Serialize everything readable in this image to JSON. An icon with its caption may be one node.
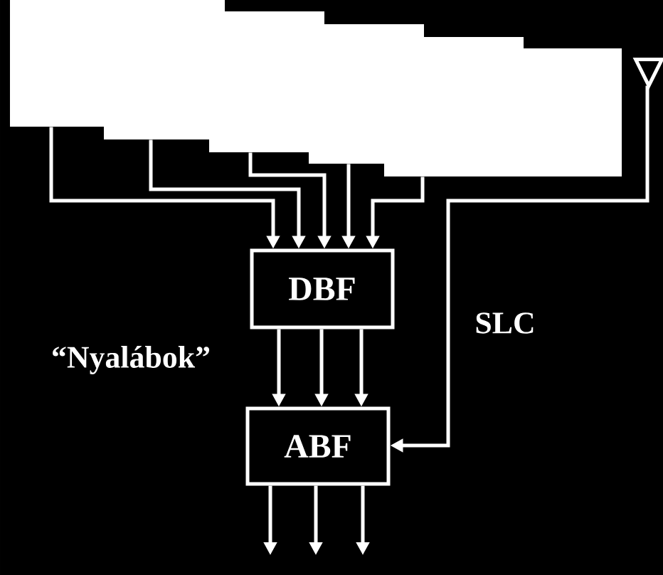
{
  "diagram": {
    "nodes": [
      {
        "text": [],
        "shape": "box"
      },
      {
        "text": [],
        "shape": "box"
      },
      {
        "text": [],
        "shape": "box"
      },
      {
        "text": [],
        "shape": "box"
      },
      {
        "text": [],
        "shape": "box"
      },
      {
        "text": [],
        "shape": "triangle"
      },
      {
        "text": [
          "DBF"
        ]
      },
      {
        "text": [
          "ABF"
        ]
      }
    ],
    "edges": [
      {
        "from": 0,
        "to": 6,
        "arrow": "to"
      },
      {
        "from": 1,
        "to": 6,
        "arrow": "to"
      },
      {
        "from": 2,
        "to": 6,
        "arrow": "to"
      },
      {
        "from": 3,
        "to": 6,
        "arrow": "to"
      },
      {
        "from": 4,
        "to": 6,
        "arrow": "to"
      },
      {
        "from": 5,
        "to": 7,
        "arrow": "to"
      },
      {
        "from": 6,
        "to": 7,
        "arrow": "to"
      },
      {
        "from": 6,
        "to": 7,
        "arrow": "to"
      },
      {
        "from": 6,
        "to": 7,
        "arrow": "to"
      },
      {
        "from": 7,
        "to": null,
        "arrow": "to"
      },
      {
        "from": 7,
        "to": null,
        "arrow": "to"
      },
      {
        "from": 7,
        "to": null,
        "arrow": "to"
      }
    ],
    "labels": [
      "“Nyalábok”",
      "SLC"
    ]
  }
}
